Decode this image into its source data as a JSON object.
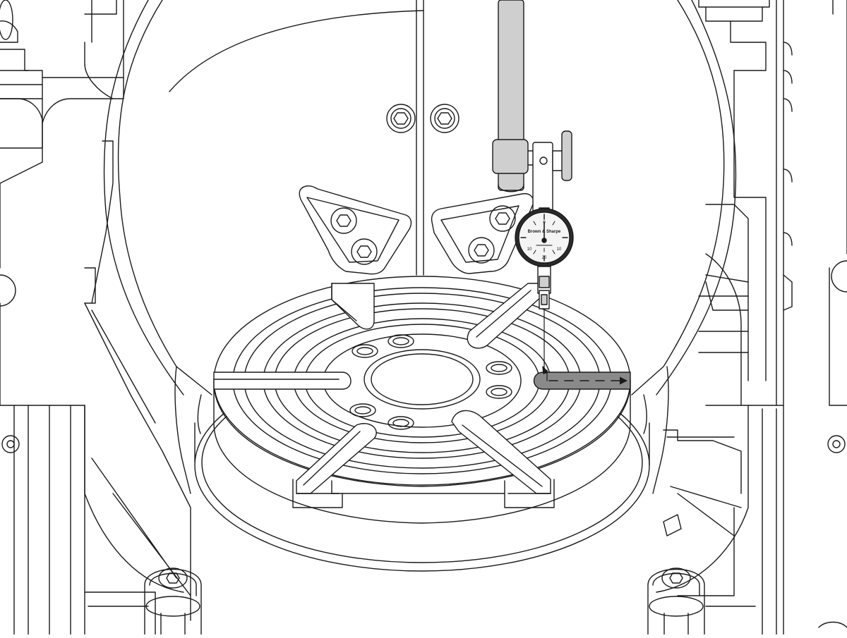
{
  "colors": {
    "background": "#ffffff",
    "line": "#1a1a1a",
    "rod_fill": "#cfcfcf",
    "slot_highlight": "#8a8a8a",
    "dial_face": "#f4f4f4",
    "dial_bezel": "#2a2a2a"
  },
  "dial_indicator": {
    "brand_text": "Brown & Sharpe",
    "scale_labels": [
      "0",
      "10",
      "20",
      "10"
    ]
  },
  "illustration": {
    "subject": "rotary-table-tslot-alignment",
    "indicator_motion": "dashed-arrow-right"
  }
}
